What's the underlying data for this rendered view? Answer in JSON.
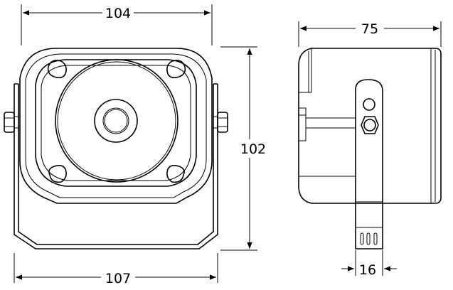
{
  "drawing": {
    "front_view": {
      "width_top": "104",
      "width_bottom": "107",
      "height_right": "102"
    },
    "side_view": {
      "depth_top": "75",
      "bracket_width": "16"
    }
  },
  "colors": {
    "line": "#000000",
    "background": "#ffffff"
  }
}
